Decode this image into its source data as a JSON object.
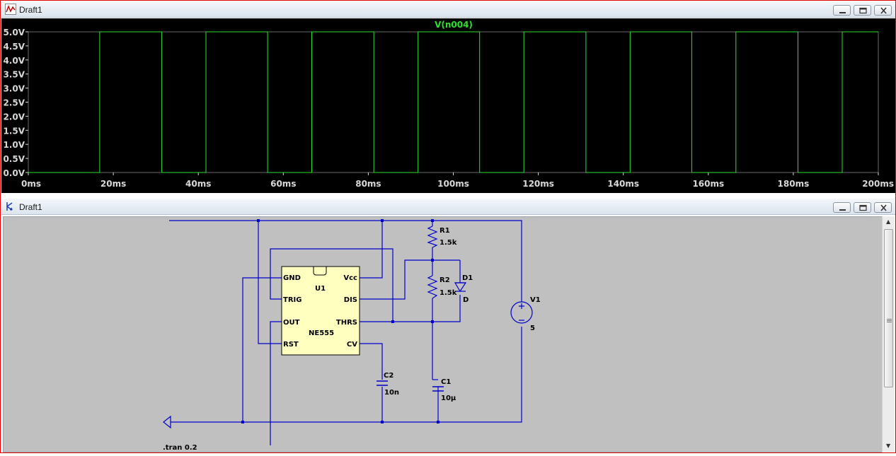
{
  "waveform_window": {
    "title": "Draft1",
    "trace_name": "V(n004)",
    "trace_color": "#2ee02e",
    "y_ticks": [
      "0.0V",
      "0.5V",
      "1.0V",
      "1.5V",
      "2.0V",
      "2.5V",
      "3.0V",
      "3.5V",
      "4.0V",
      "4.5V",
      "5.0V"
    ],
    "x_ticks": [
      "0ms",
      "20ms",
      "40ms",
      "60ms",
      "80ms",
      "100ms",
      "120ms",
      "140ms",
      "160ms",
      "180ms",
      "200ms"
    ]
  },
  "chart_data": {
    "type": "line",
    "title": "V(n004)",
    "xlabel": "",
    "ylabel": "",
    "xlim": [
      0,
      200
    ],
    "ylim": [
      0,
      5
    ],
    "series": [
      {
        "name": "V(n004)",
        "x": [
          0,
          16.8,
          16.8,
          31.4,
          31.4,
          41.8,
          41.8,
          56.3,
          56.3,
          66.7,
          66.7,
          81.3,
          81.3,
          91.7,
          91.7,
          106.2,
          106.2,
          116.6,
          116.6,
          131.2,
          131.2,
          141.6,
          141.6,
          156.1,
          156.1,
          166.5,
          166.5,
          181.1,
          181.1,
          191.5,
          191.5,
          200
        ],
        "values": [
          0,
          0,
          5,
          5,
          0,
          0,
          5,
          5,
          0,
          0,
          5,
          5,
          0,
          0,
          5,
          5,
          0,
          0,
          5,
          5,
          0,
          0,
          5,
          5,
          0,
          0,
          5,
          5,
          0,
          0,
          5,
          5
        ]
      }
    ]
  },
  "schematic_window": {
    "title": "Draft1",
    "wire_color": "#0000cc",
    "directive": ".tran 0.2",
    "u1": {
      "ref": "U1",
      "model": "NE555",
      "pins": {
        "gnd": "GND",
        "trig": "TRIG",
        "out": "OUT",
        "rst": "RST",
        "vcc": "Vcc",
        "dis": "DIS",
        "thrs": "THRS",
        "cv": "CV"
      }
    },
    "r1": {
      "ref": "R1",
      "value": "1.5k"
    },
    "r2": {
      "ref": "R2",
      "value": "1.5k"
    },
    "d1": {
      "ref": "D1",
      "value": "D"
    },
    "c1": {
      "ref": "C1",
      "value": "10µ"
    },
    "c2": {
      "ref": "C2",
      "value": "10n"
    },
    "v1": {
      "ref": "V1",
      "value": "5"
    }
  }
}
